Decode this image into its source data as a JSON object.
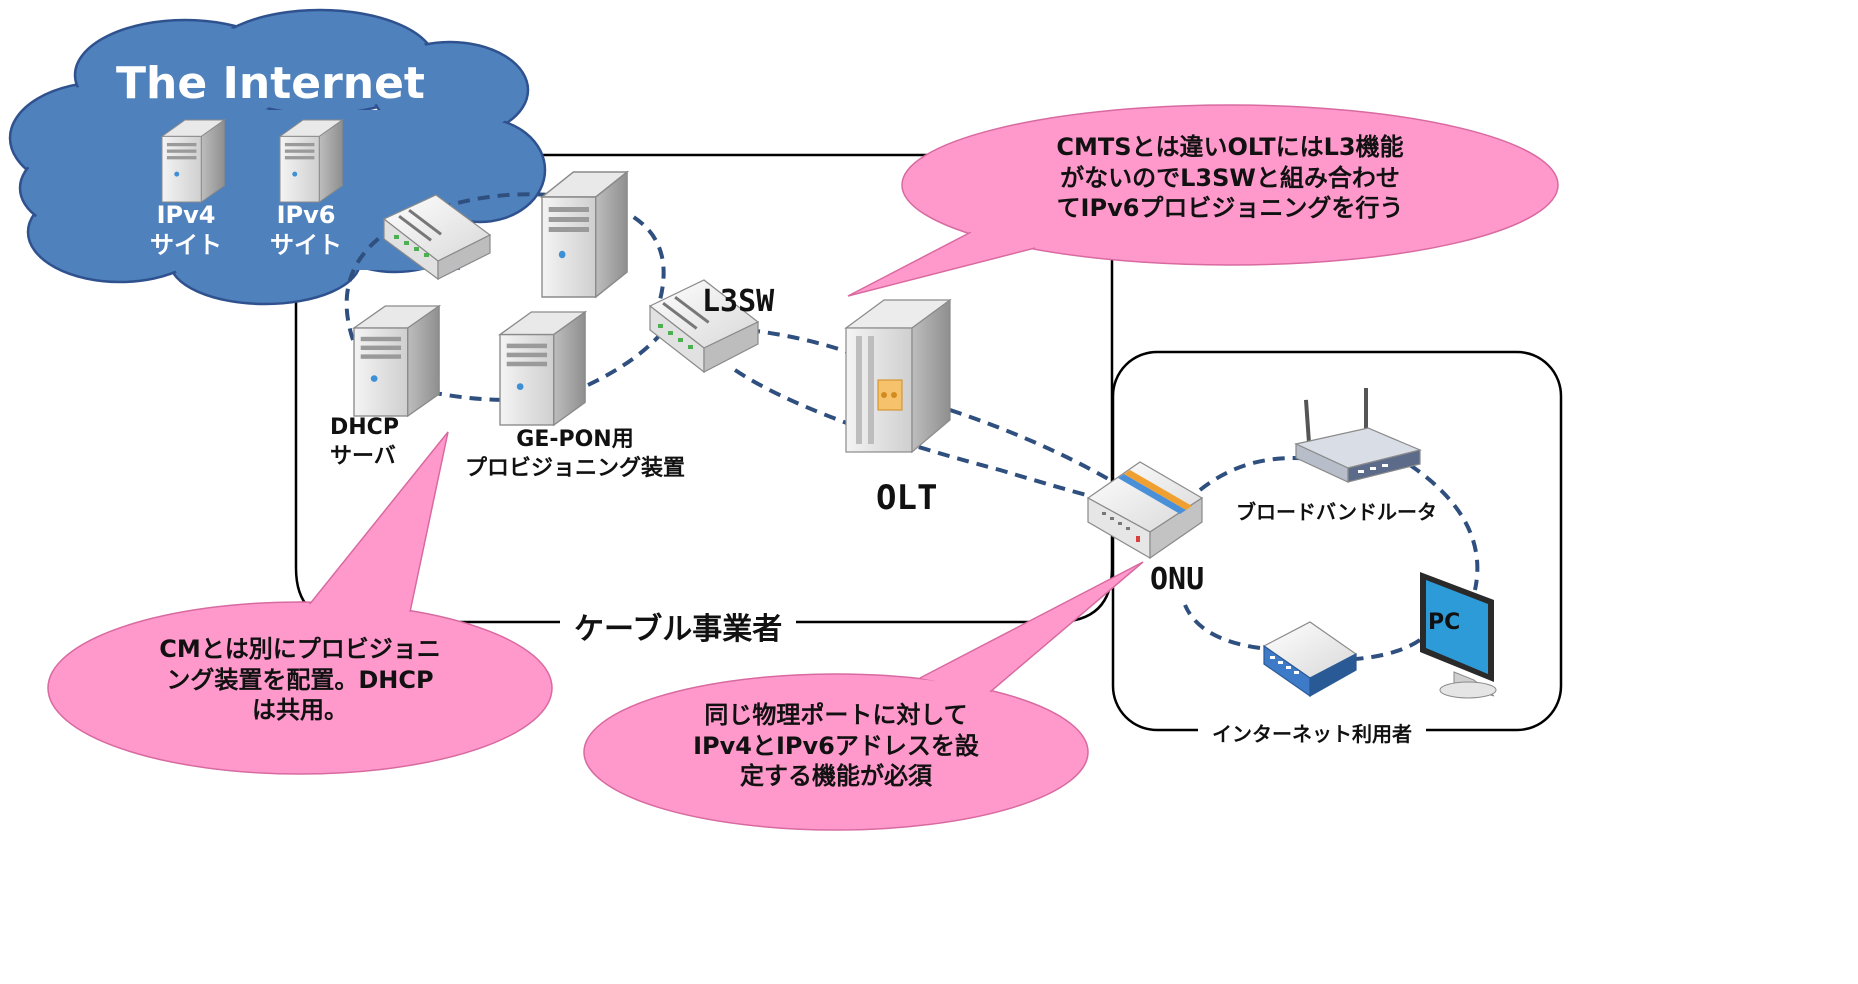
{
  "cloud": {
    "title": "The Internet",
    "ipv4_site": [
      "IPv4",
      "サイト"
    ],
    "ipv6_site": [
      "IPv6",
      "サイト"
    ]
  },
  "labels": {
    "l3sw": "L3SW",
    "olt": "OLT",
    "onu": "ONU",
    "dhcp_server": [
      "DHCP",
      "サーバ"
    ],
    "ge_pon": [
      "GE-PON用",
      "プロビジョニング装置"
    ],
    "broadband_router": "ブロードバンドルータ",
    "pc": "PC"
  },
  "areas": {
    "cable_operator": "ケーブル事業者",
    "internet_user": "インターネット利用者"
  },
  "callouts": {
    "top_right": [
      "CMTSとは違いOLTにはL3機能",
      "がないのでL3SWと組み合わせ",
      "てIPv6プロビジョニングを行う"
    ],
    "bottom_left": [
      "CMとは別にプロビジョニ",
      "ング装置を配置。DHCP",
      "は共用。"
    ],
    "bottom_center": [
      "同じ物理ポートに対して",
      "IPv4とIPv6アドレスを設",
      "定する機能が必須"
    ]
  },
  "colors": {
    "cloud_fill": "#4f81bd",
    "cloud_stroke": "#2f528f",
    "callout_fill": "#ff99cc",
    "link_dash": "#2f4f7f"
  }
}
